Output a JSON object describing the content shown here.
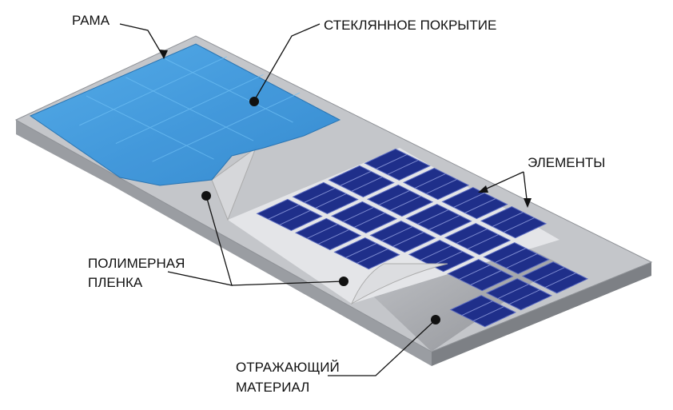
{
  "labels": {
    "frame": "РАМА",
    "glass": "СТЕКЛЯННОЕ ПОКРЫТИЕ",
    "cells": "ЭЛЕМЕНТЫ",
    "polymer_line1": "ПОЛИМЕРНАЯ",
    "polymer_line2": "ПЛЕНКА",
    "reflective_line1": "ОТРАЖАЮЩИЙ",
    "reflective_line2": "МАТЕРИАЛ"
  },
  "colors": {
    "frame": "#b9bcc0",
    "glass": "#3a9be0",
    "cell": "#1f2f8a",
    "film": "#e4e5e8",
    "reflective": "#a4a6aa"
  }
}
